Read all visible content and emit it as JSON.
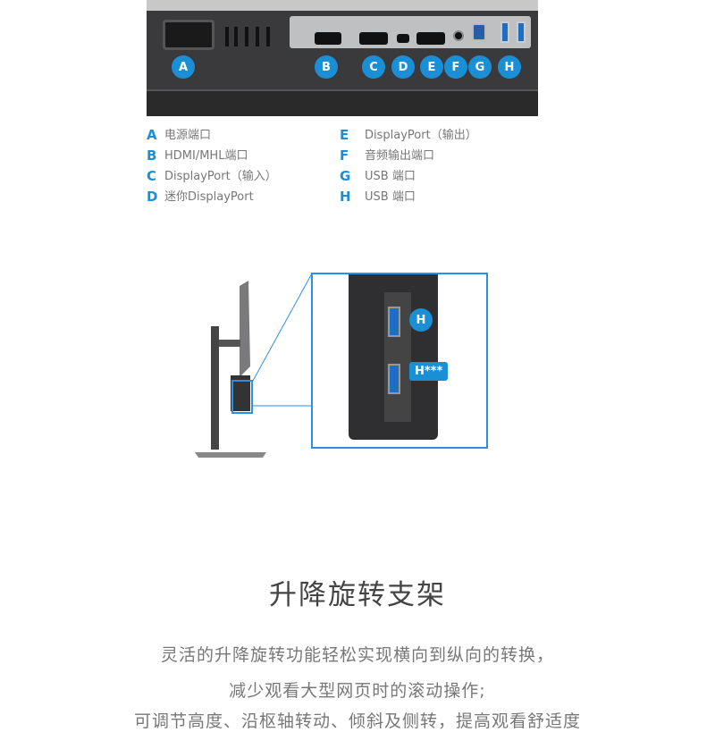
{
  "ports_image": {
    "badges": [
      "A",
      "B",
      "C",
      "D",
      "E",
      "F",
      "G",
      "H"
    ]
  },
  "legend": {
    "items": [
      {
        "letter": "A",
        "label": "电源端口"
      },
      {
        "letter": "B",
        "label": "HDMI/MHL端口"
      },
      {
        "letter": "C",
        "label": "DisplayPort（输入）"
      },
      {
        "letter": "D",
        "label": "迷你DisplayPort"
      },
      {
        "letter": "E",
        "label": "DisplayPort（输出）"
      },
      {
        "letter": "F",
        "label": "音频输出端口"
      },
      {
        "letter": "G",
        "label": "USB 端口"
      },
      {
        "letter": "H",
        "label": "USB 端口"
      }
    ]
  },
  "side_view": {
    "badge_top": "H",
    "badge_bottom": "H***"
  },
  "feature": {
    "title": "升降旋转支架",
    "lines": [
      "灵活的升降旋转功能轻松实现横向到纵向的转换，",
      "减少观看大型网页时的滚动操作;",
      "可调节高度、沿枢轴转动、倾斜及侧转，提高观看舒适度"
    ]
  },
  "colors": {
    "accent": "#1a8fd6",
    "frame": "#2d8fe0"
  }
}
